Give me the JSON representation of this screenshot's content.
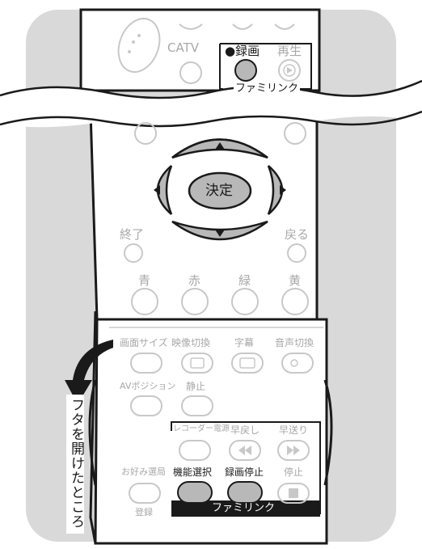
{
  "colors": {
    "panel": "#d9d9d9",
    "remote": "#ffffff",
    "highlight_button": "#b8b8b8",
    "faded": "#c8c8c8",
    "dark": "#1a1a1a"
  },
  "top": {
    "catv": "CATV",
    "record": "●録画",
    "play": "再生",
    "familink": "ファミリンク"
  },
  "dpad": {
    "enter": "決定",
    "end": "終了",
    "back": "戻る"
  },
  "colors_row": {
    "blue": "青",
    "red": "赤",
    "green": "緑",
    "yellow": "黄"
  },
  "lower": {
    "screen_size": "画面サイズ",
    "video_switch": "映像切換",
    "subtitle": "字幕",
    "audio_switch": "音声切換",
    "av_position": "AVポジション",
    "freeze": "静止",
    "recorder_power": "レコーダー電源",
    "rewind": "早戻し",
    "fast_forward": "早送り",
    "favorite_station": "お好み選局",
    "function_select": "機能選択",
    "record_stop": "録画停止",
    "stop": "停止",
    "register": "登録",
    "familink": "ファミリンク"
  },
  "callout": {
    "text": "フタを開けたところ"
  },
  "icons": [
    "dpad-up-icon",
    "dpad-down-icon",
    "dpad-left-icon",
    "dpad-right-icon",
    "play-icon",
    "clapper-icon",
    "caption-icon",
    "audio-icon",
    "rewind-icon",
    "fast-forward-icon",
    "stop-icon",
    "curved-arrow-icon"
  ]
}
